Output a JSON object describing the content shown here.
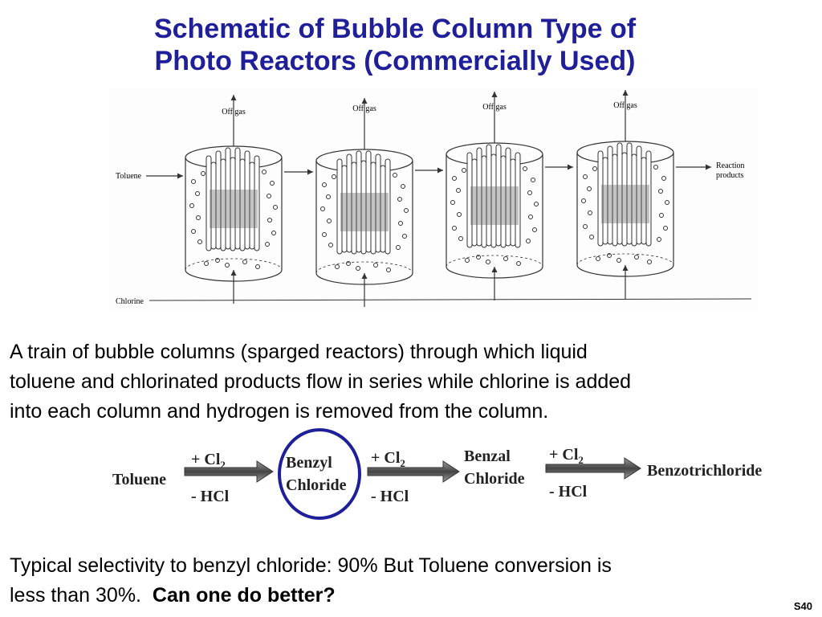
{
  "title": {
    "line1": "Schematic of Bubble Column Type of",
    "line2": "Photo Reactors (Commercially Used)"
  },
  "schematic": {
    "columns": 4,
    "offgas_label": "Off gas",
    "toluene_label": "Toluene",
    "chlorine_label": "Chlorine",
    "products_label_line1": "Reaction",
    "products_label_line2": "products"
  },
  "paragraph1": {
    "line1": "A train of bubble columns (sparged reactors) through which liquid",
    "line2": "toluene and chlorinated products flow in series while chlorine is added",
    "line3": "into each column and hydrogen is removed from the column."
  },
  "reaction": {
    "reactant": "Toluene",
    "step1_top": "+ Cl",
    "step1_top_sub": "2",
    "step1_bottom": "- HCl",
    "product1_line1": "Benzyl",
    "product1_line2": "Chloride",
    "step2_top": "+ Cl",
    "step2_top_sub": "2",
    "step2_bottom": "- HCl",
    "product2_line1": "Benzal",
    "product2_line2": "Chloride",
    "step3_top": "+ Cl",
    "step3_top_sub": "2",
    "step3_bottom": "- HCl",
    "product3": "Benzotrichloride",
    "highlight_color": "#1f1f9a"
  },
  "paragraph2": {
    "line1": "Typical selectivity to benzyl chloride: 90%  But Toluene conversion is",
    "line2_normal": "less than 30%.  ",
    "line2_bold": "Can one do better?"
  },
  "slide_number": "S40"
}
